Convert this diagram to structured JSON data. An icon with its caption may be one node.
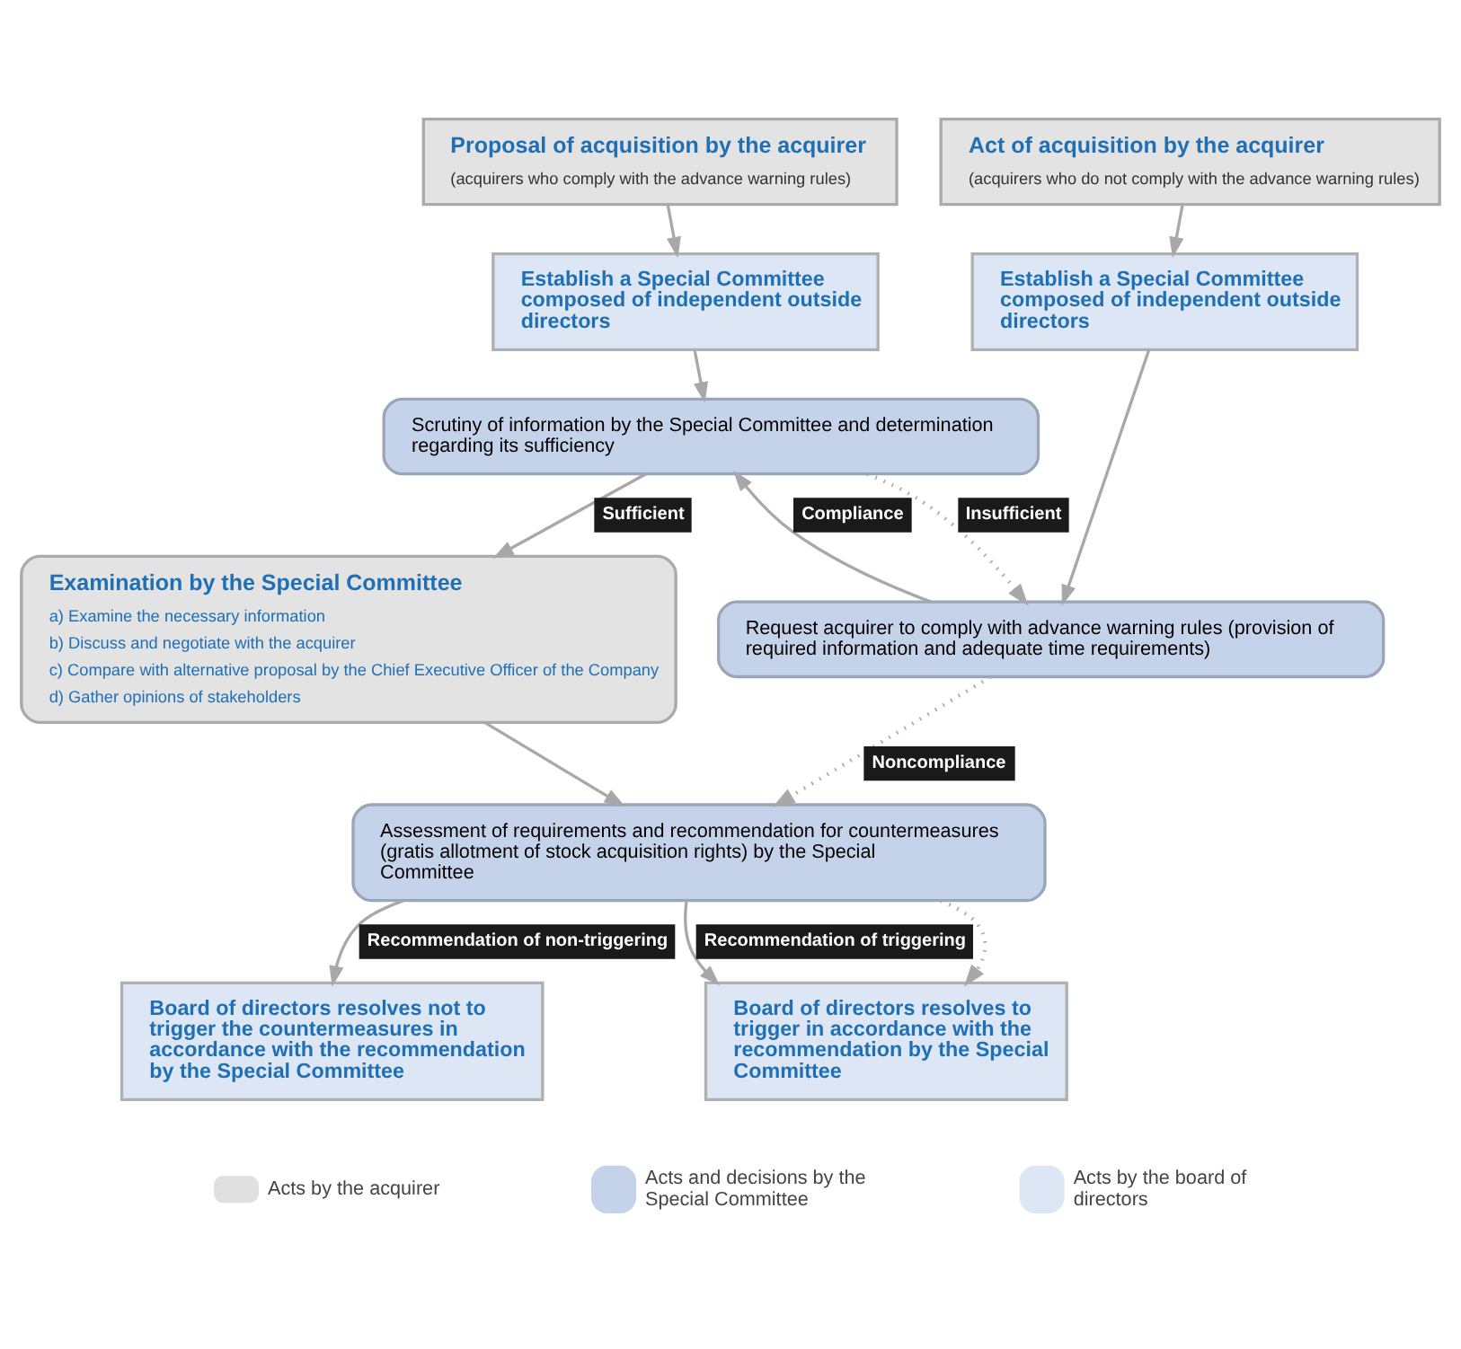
{
  "diagram": {
    "nodes": [
      {
        "text": [
          "Proposal of acquisition by the acquirer",
          "(acquirers who comply with the advance warning rules)"
        ]
      },
      {
        "text": [
          "Act of acquisition by the acquirer",
          "(acquirers who do not comply with the advance warning rules)"
        ]
      },
      {
        "text": [
          "Establish a Special Committee composed of independent outside directors"
        ]
      },
      {
        "text": [
          "Establish a Special Committee composed of independent outside directors"
        ]
      },
      {
        "text": [
          "Request acquirer to comply with advance warning rules (provision of required information and adequate time requirements)"
        ]
      },
      {
        "text": [
          "Scrutiny of information by the Special Committee and determination regarding its sufficiency"
        ]
      },
      {
        "text": [
          "Examination by the Special Committee",
          "a) Examine the necessary information",
          "b) Discuss and negotiate with the acquirer",
          "c) Compare with alternative proposal by the Chief Executive Officer of the Company",
          "d) Gather opinions of stakeholders"
        ]
      },
      {
        "text": [
          "Assessment of requirements and recommendation for countermeasures (gratis allotment of stock acquisition rights) by the Special Committee"
        ]
      },
      {
        "text": [
          "Board of directors resolves not to trigger the countermeasures in accordance with the recommendation by the Special Committee"
        ]
      },
      {
        "text": [
          "Board of directors resolves to trigger in accordance with the recommendation by the Special Committee"
        ]
      }
    ],
    "edges": [
      {
        "from": 0,
        "to": 2,
        "arrow": "to"
      },
      {
        "from": 1,
        "to": 3,
        "arrow": "to"
      },
      {
        "from": 3,
        "to": 4,
        "arrow": "to"
      },
      {
        "from": 2,
        "to": 5,
        "arrow": "to"
      },
      {
        "from": 4,
        "to": 5,
        "arrow": "to",
        "label": "Compliance"
      },
      {
        "from": 5,
        "to": 4,
        "arrow": "to",
        "label": "Insufficient",
        "style": "dashed"
      },
      {
        "from": 4,
        "to": 7,
        "arrow": "to",
        "label": "Noncompliance",
        "style": "dashed"
      },
      {
        "from": 5,
        "to": 6,
        "arrow": "to",
        "label": "Sufficient"
      },
      {
        "from": 6,
        "to": 7,
        "arrow": "to"
      },
      {
        "from": 7,
        "to": 8,
        "arrow": "to",
        "label": "Recommendation of non-triggering"
      },
      {
        "from": 7,
        "to": 9,
        "arrow": "to",
        "label": "Recommendation of triggering"
      },
      {
        "from": 7,
        "to": 9,
        "arrow": "to",
        "style": "dashed"
      }
    ],
    "legend": [
      {
        "text": "Acts by the acquirer",
        "color": "#e0e0e0"
      },
      {
        "text": "Acts and decisions by the Special Committee",
        "color": "#c5d3ea"
      },
      {
        "text": "Acts by the board of directors",
        "color": "#dce6f4"
      }
    ]
  }
}
